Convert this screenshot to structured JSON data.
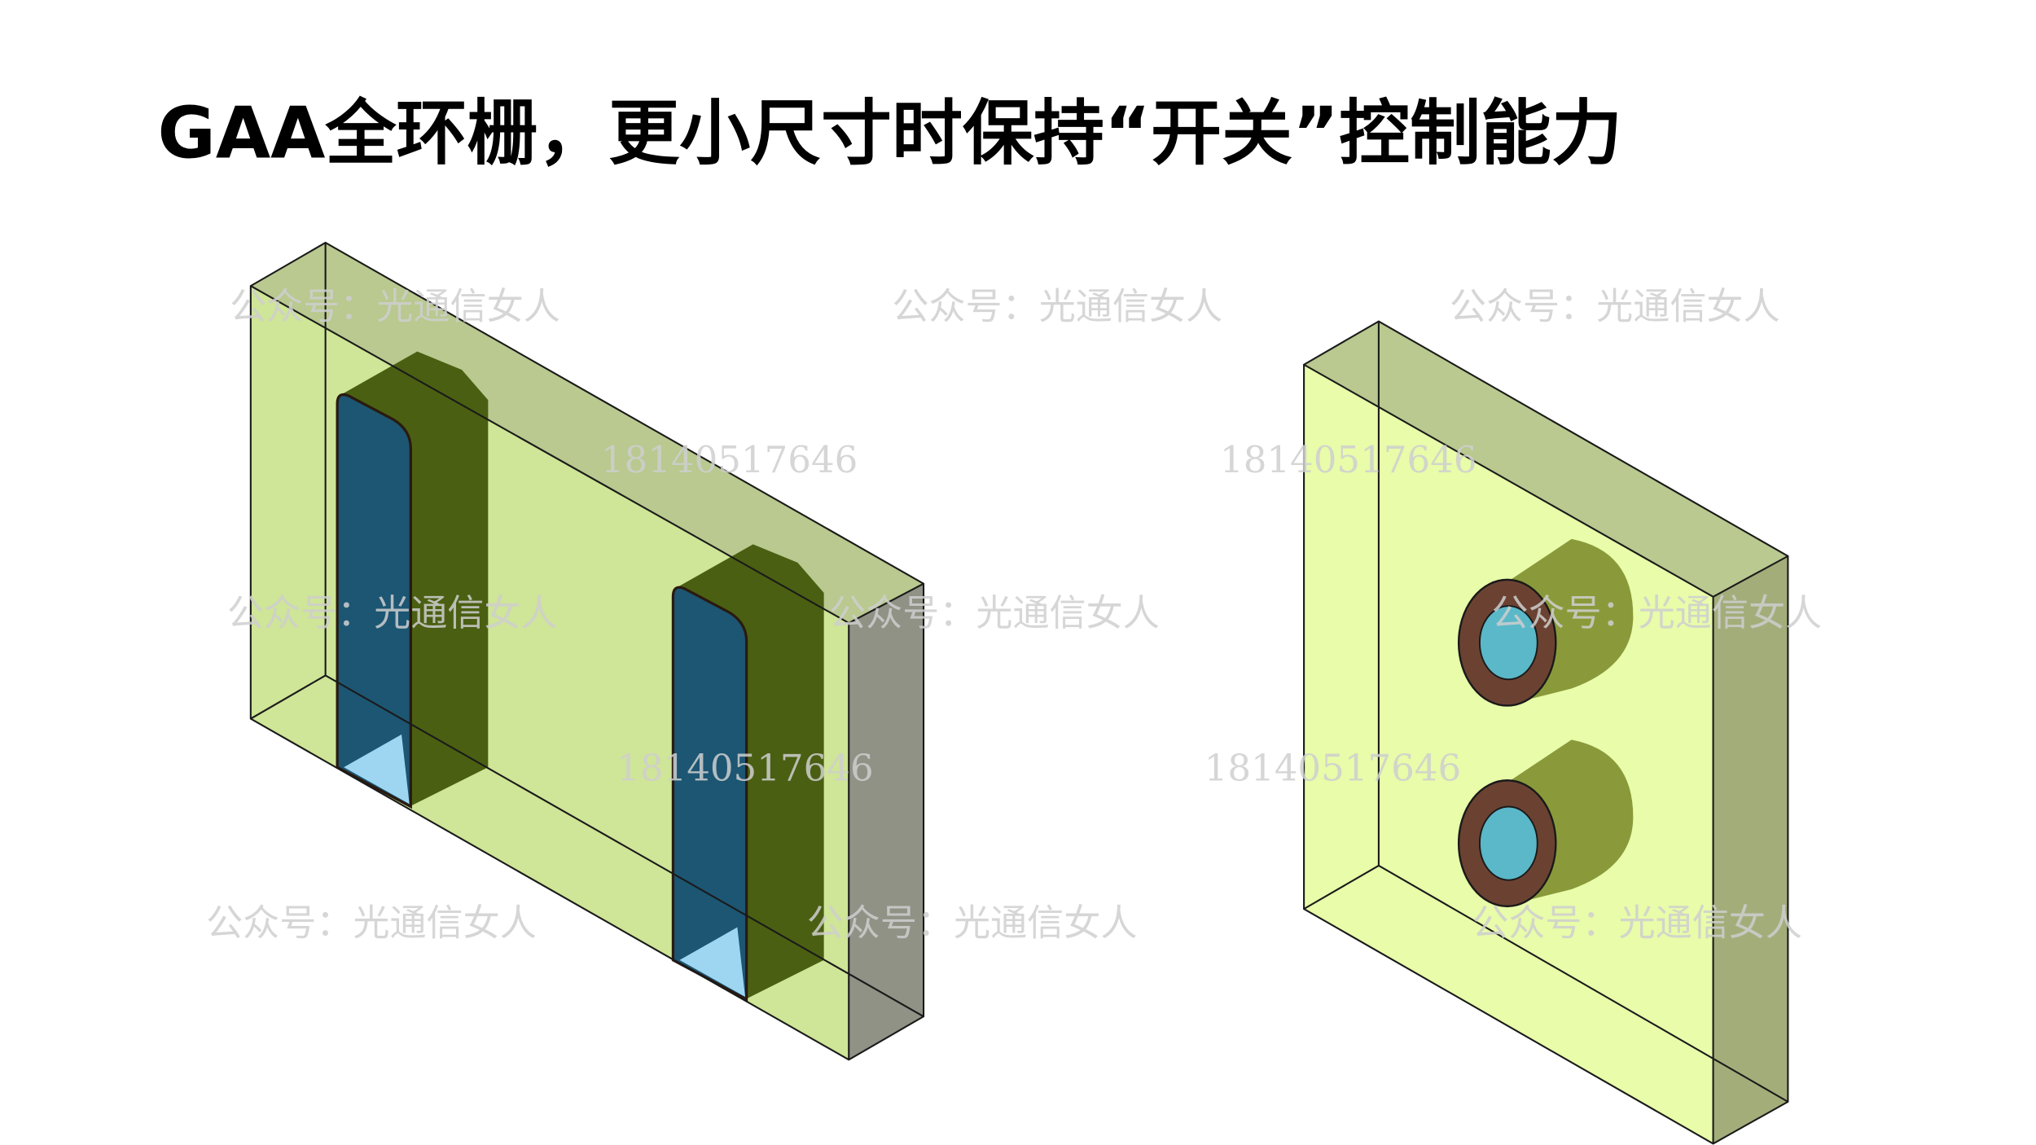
{
  "title": "GAA全环栅，更小尺寸时保持“开关”控制能力",
  "watermarks": {
    "account": "公众号：光通信女人",
    "phone": "18140517646"
  },
  "colors": {
    "slab_front_left": "#cfe597",
    "slab_front_right": "#e8fcaa",
    "slab_top": "#b9c98f",
    "slab_side_left": "#8f9285",
    "slab_side_right": "#a3ad7a",
    "channel_blue": "#1c5673",
    "channel_light": "#9ed6f2",
    "gate_green": "#4a5f12",
    "gate_olive": "#8a9a3a",
    "oxide_brown": "#6b4232",
    "core_cyan": "#5ab8c8"
  }
}
